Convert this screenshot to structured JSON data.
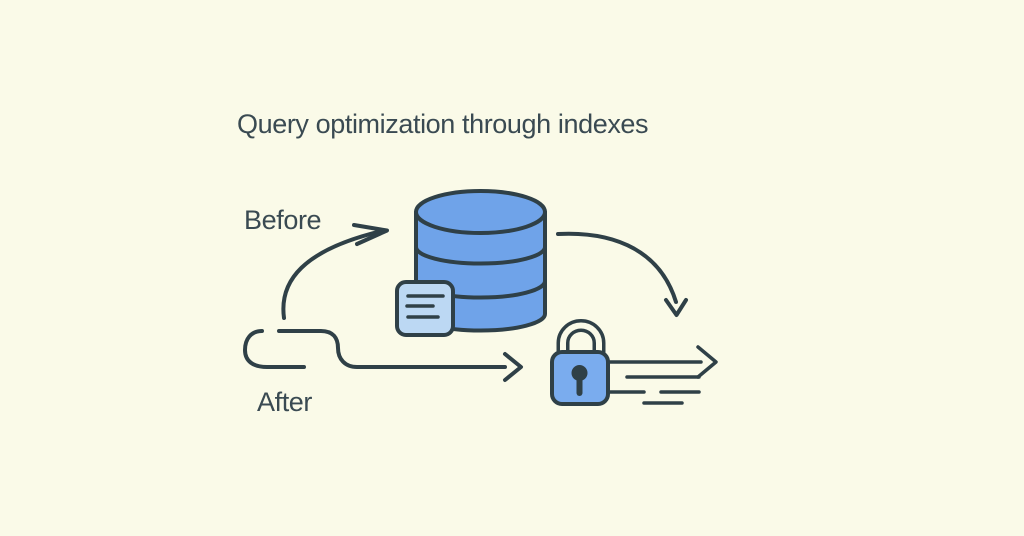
{
  "title": "Query optimization through indexes",
  "labels": {
    "before": "Before",
    "after": "After"
  },
  "icons": [
    "database-icon",
    "document-icon",
    "lock-icon",
    "before-arrow-icon",
    "down-arrow-icon",
    "after-arrow-icon",
    "speed-arrow-icon"
  ],
  "colors": {
    "background": "#FAFAE8",
    "stroke": "#2F4047",
    "text": "#3A4A52",
    "db_fill": "#6FA3E9",
    "doc_fill": "#BCD8F3",
    "lock_fill": "#7AACEE"
  }
}
